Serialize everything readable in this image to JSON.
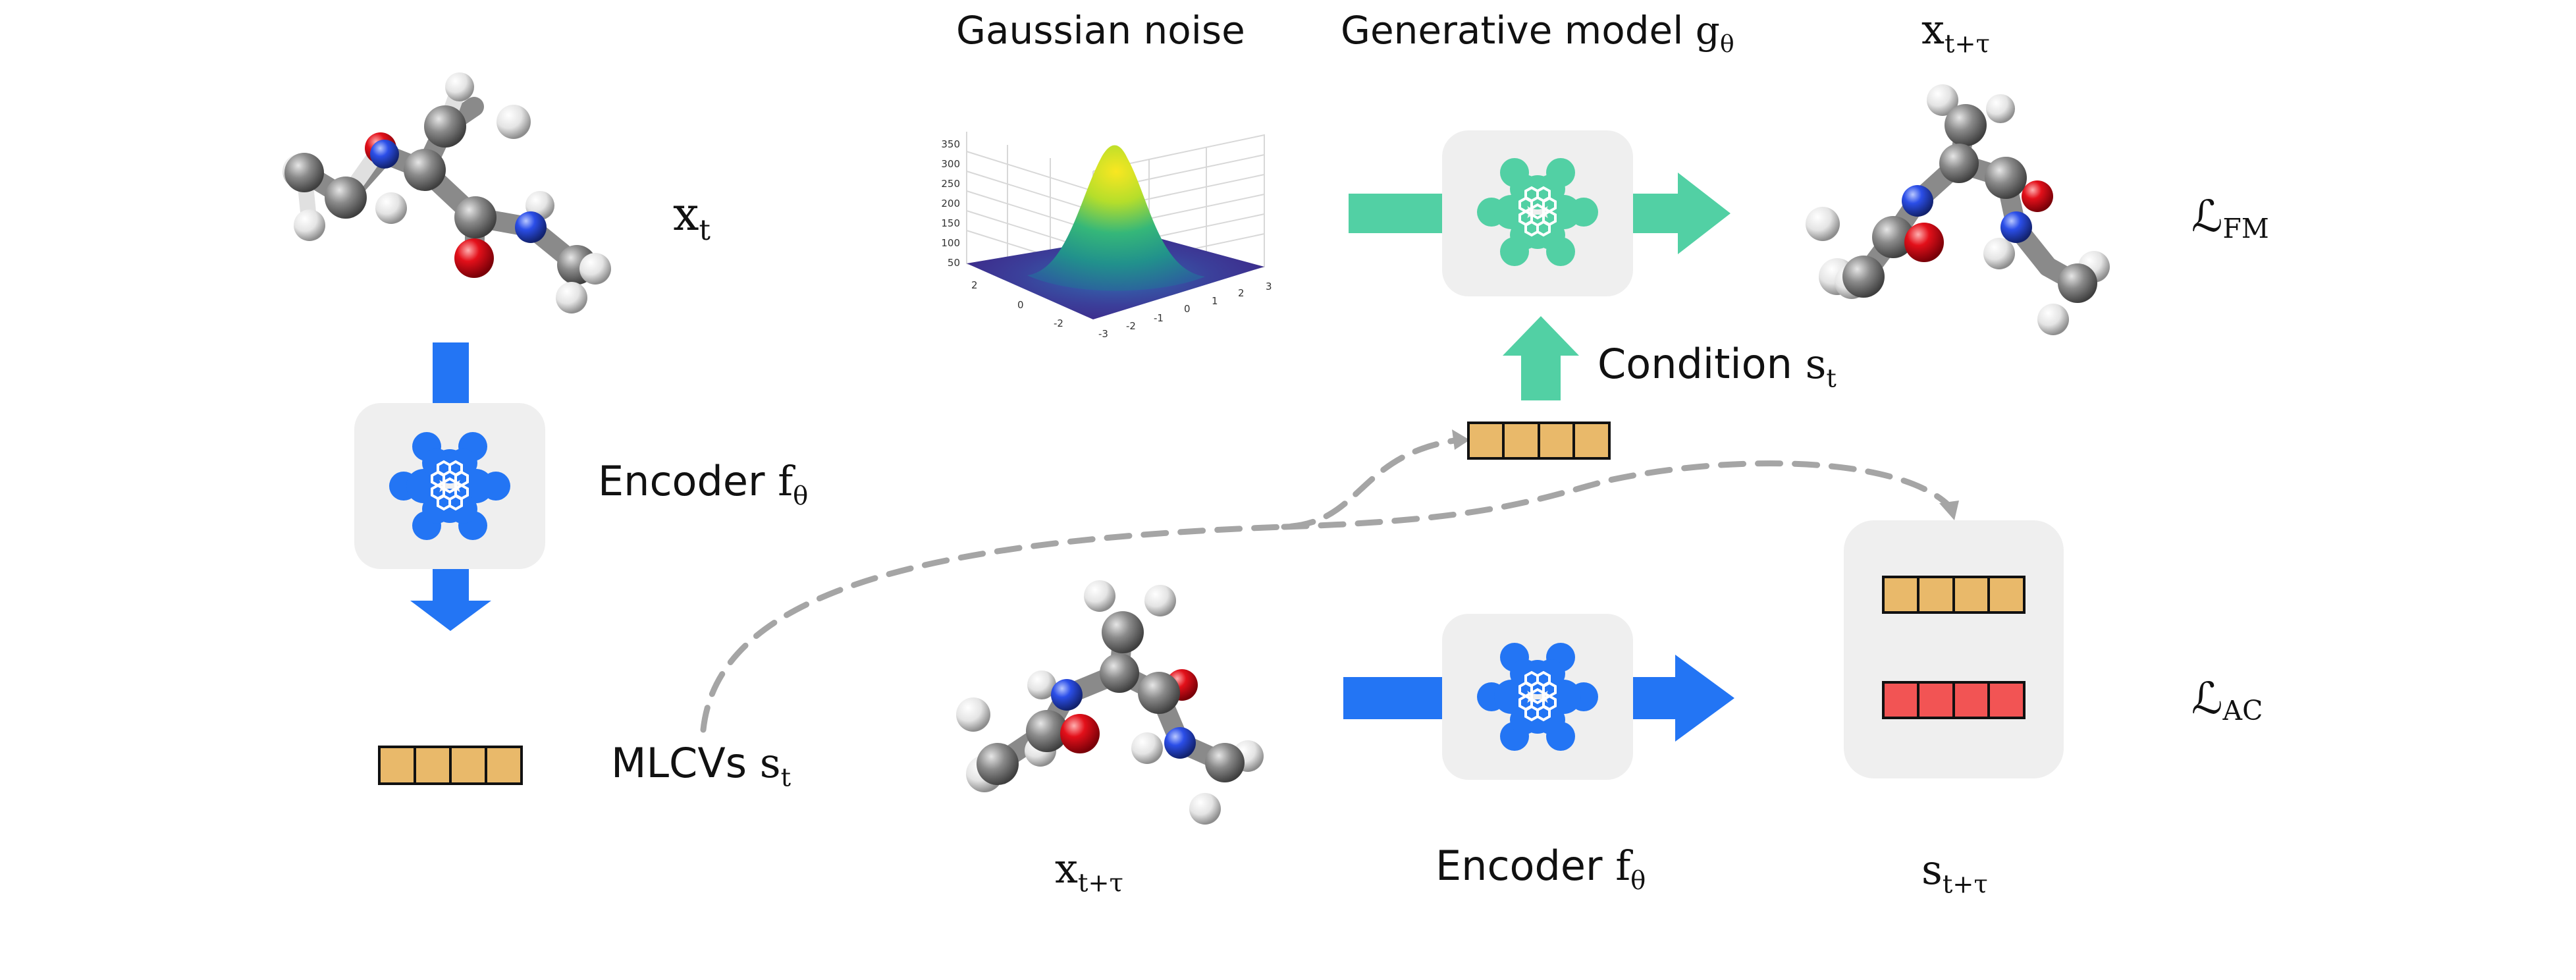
{
  "colors": {
    "blue": "#2375f4",
    "green": "#52d0a4",
    "tan": "#e9b96a",
    "red": "#f25454",
    "panel": "#efefef",
    "dashed": "#a5a5a5",
    "carbon": "#7f7f7f",
    "oxygen": "#e3101a",
    "nitrogen": "#2b4ee8",
    "hydrogen": "#e8e8e8"
  },
  "labels": {
    "gaussian_noise": "Gaussian noise",
    "generative_model": "Generative model",
    "generative_model_symbol": "g",
    "generative_model_sub": "θ",
    "encoder_top": "Encoder",
    "encoder_top_symbol": "f",
    "encoder_top_sub": "θ",
    "encoder_bottom": "Encoder",
    "encoder_bottom_symbol": "f",
    "encoder_bottom_sub": "θ",
    "condition": "Condition",
    "condition_symbol": "s",
    "condition_sub": "t",
    "mlcvs": "MLCVs",
    "mlcvs_symbol": "s",
    "mlcvs_sub": "t",
    "x_t": "x",
    "x_t_sub": "t",
    "x_next_top": "x",
    "x_next_top_sub": "t+τ",
    "x_next_bottom": "x",
    "x_next_bottom_sub": "t+τ",
    "s_next": "s",
    "s_next_sub": "t+τ",
    "loss_fm": "ℒ",
    "loss_fm_sub": "FM",
    "loss_ac": "ℒ",
    "loss_ac_sub": "AC"
  },
  "surface_plot": {
    "z_ticks": [
      "350",
      "300",
      "250",
      "200",
      "150",
      "100",
      "50"
    ],
    "x_ticks": [
      "-3",
      "-2",
      "-1",
      "0",
      "1",
      "2",
      "3"
    ],
    "y_ticks": [
      "2",
      "0",
      "-2"
    ]
  },
  "icons": {
    "encoder_top": "neural-network-icon",
    "generative": "neural-network-icon",
    "encoder_bottom": "neural-network-icon"
  }
}
